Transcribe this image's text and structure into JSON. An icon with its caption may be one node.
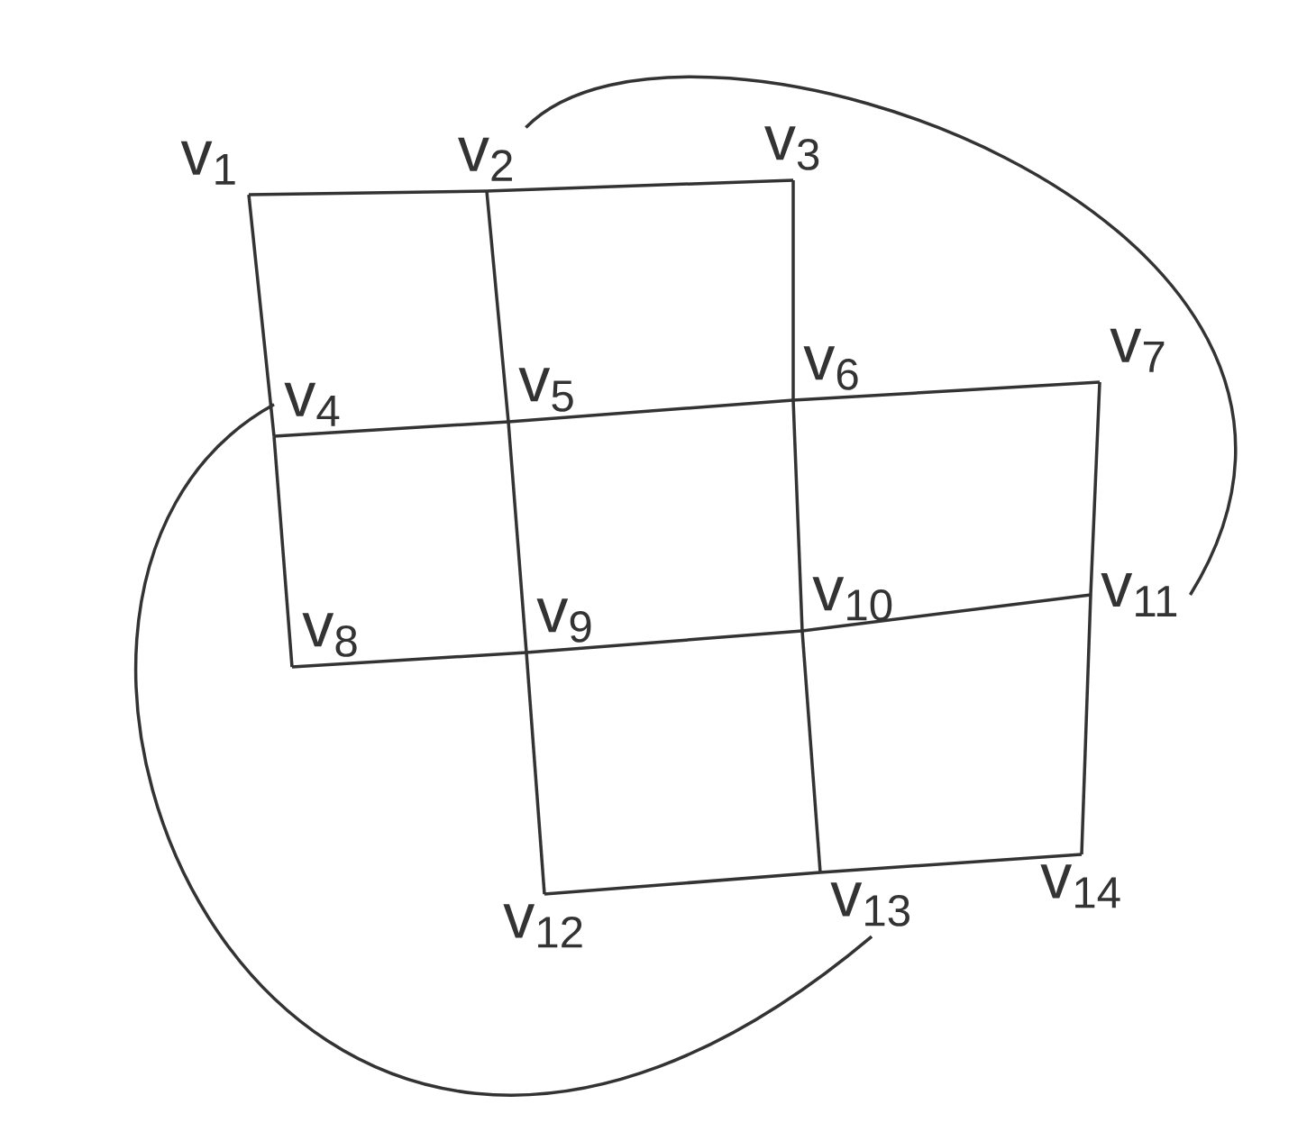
{
  "diagram": {
    "nodes": [
      {
        "text": [
          "v$_{1}$"
        ]
      },
      {
        "text": [
          "v$_{2}$"
        ]
      },
      {
        "text": [
          "v$_{3}$"
        ]
      },
      {
        "text": [
          "v$_{4}$"
        ]
      },
      {
        "text": [
          "v$_{5}$"
        ]
      },
      {
        "text": [
          "v$_{6}$"
        ]
      },
      {
        "text": [
          "v$_{7}$"
        ]
      },
      {
        "text": [
          "v$_{8}$"
        ]
      },
      {
        "text": [
          "v$_{9}$"
        ]
      },
      {
        "text": [
          "v$_{10}$"
        ]
      },
      {
        "text": [
          "v$_{11}$"
        ]
      },
      {
        "text": [
          "v$_{12}$"
        ]
      },
      {
        "text": [
          "v$_{13}$"
        ]
      },
      {
        "text": [
          "v$_{14}$"
        ]
      }
    ],
    "edges": [
      {
        "from": 0,
        "to": 1,
        "arrow": "none"
      },
      {
        "from": 1,
        "to": 2,
        "arrow": "none"
      },
      {
        "from": 0,
        "to": 3,
        "arrow": "none"
      },
      {
        "from": 3,
        "to": 7,
        "arrow": "none"
      },
      {
        "from": 1,
        "to": 4,
        "arrow": "none"
      },
      {
        "from": 2,
        "to": 5,
        "arrow": "none"
      },
      {
        "from": 5,
        "to": 9,
        "arrow": "none"
      },
      {
        "from": 9,
        "to": 12,
        "arrow": "none"
      },
      {
        "from": 3,
        "to": 4,
        "arrow": "none"
      },
      {
        "from": 4,
        "to": 5,
        "arrow": "none"
      },
      {
        "from": 5,
        "to": 6,
        "arrow": "none"
      },
      {
        "from": 6,
        "to": 10,
        "arrow": "none"
      },
      {
        "from": 10,
        "to": 13,
        "arrow": "none"
      },
      {
        "from": 7,
        "to": 8,
        "arrow": "none"
      },
      {
        "from": 8,
        "to": 9,
        "arrow": "none"
      },
      {
        "from": 9,
        "to": 10,
        "arrow": "none"
      },
      {
        "from": 4,
        "to": 8,
        "arrow": "none"
      },
      {
        "from": 8,
        "to": 11,
        "arrow": "none"
      },
      {
        "from": 11,
        "to": 12,
        "arrow": "none"
      },
      {
        "from": 12,
        "to": 13,
        "arrow": "none"
      },
      {
        "from": 1,
        "to": 10,
        "arrow": "none"
      },
      {
        "from": 3,
        "to": 12,
        "arrow": "none"
      }
    ]
  }
}
